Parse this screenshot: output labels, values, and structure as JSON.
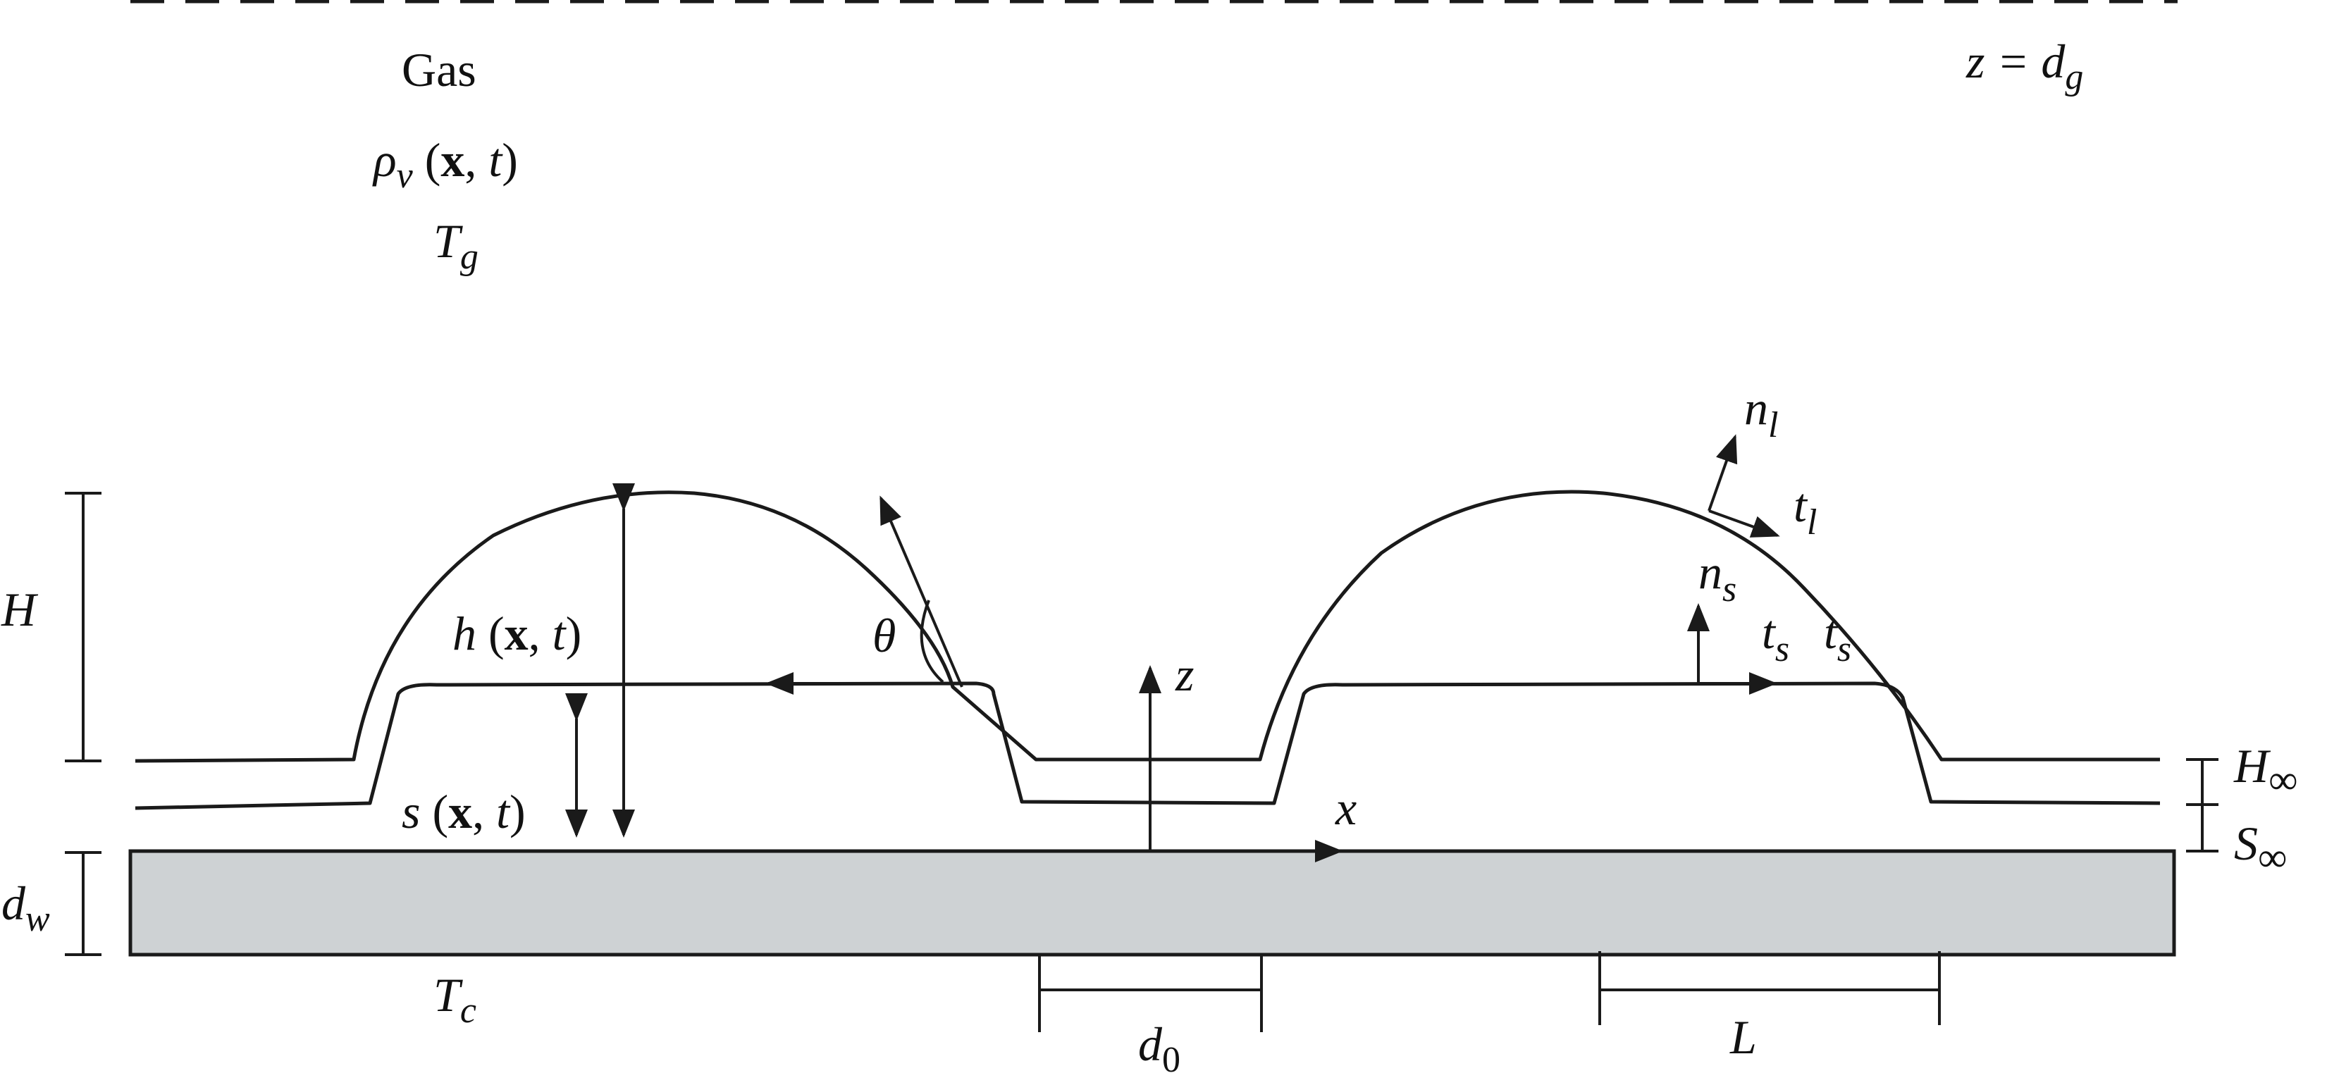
{
  "labels": {
    "gas": "Gas",
    "rho_v": "ρ",
    "rho_v_sub": "v",
    "x_vec": "x",
    "t": "t",
    "T_g": "T",
    "T_g_sub": "g",
    "z_eq": "z = d",
    "z_eq_sub": "g",
    "H": "H",
    "h": "h",
    "theta": "θ",
    "z": "z",
    "x": "x",
    "s": "s",
    "d_w": "d",
    "d_w_sub": "w",
    "T_c": "T",
    "T_c_sub": "c",
    "d_0": "d",
    "d_0_sub": "0",
    "L": "L",
    "n_l": "n",
    "n_l_sub": "l",
    "t_l": "t",
    "t_l_sub": "l",
    "n_s": "n",
    "n_s_sub": "s",
    "t_s": "t",
    "t_s_sub": "s",
    "H_inf": "H",
    "S_inf": "S",
    "inf_sub": "∞"
  },
  "colors": {
    "wall_fill": "#ced2d4",
    "stroke": "#1a1a1a"
  }
}
